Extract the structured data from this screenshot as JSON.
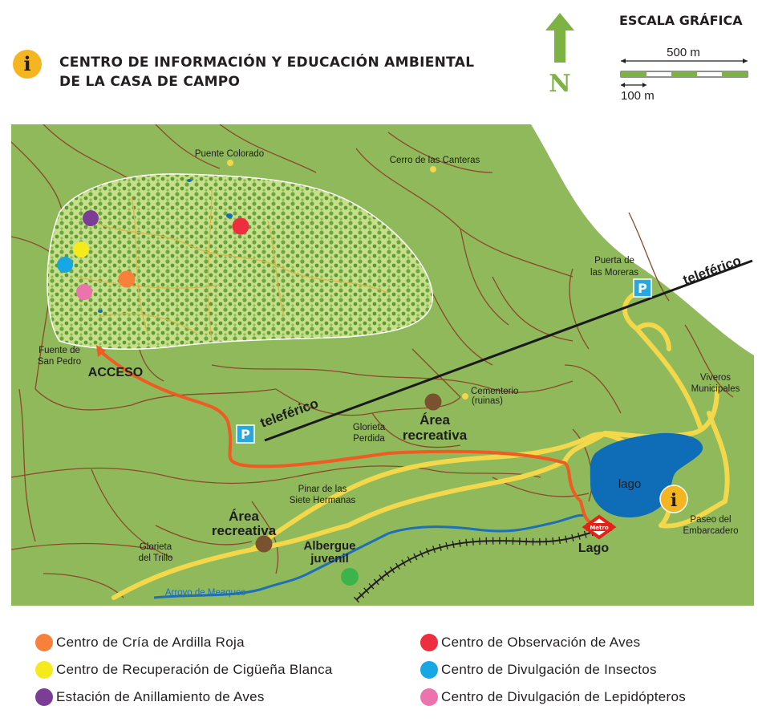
{
  "header": {
    "info_icon": "info-icon",
    "info_symbol": "i",
    "title_line1": "CENTRO DE INFORMACIÓN Y EDUCACIÓN AMBIENTAL",
    "title_line2": "DE LA CASA DE CAMPO"
  },
  "north_arrow": {
    "label": "N",
    "color": "#7cb342"
  },
  "scale": {
    "title": "ESCALA GRÁFICA",
    "large_label": "500 m",
    "small_label": "100 m",
    "color": "#7cb342"
  },
  "colors": {
    "land": "#8fb95a",
    "forest": "#c9df8f",
    "water": "#0f6cb6",
    "main_road": "#f2d84a",
    "access_route": "#f05a23",
    "paths": "#8a4a2a",
    "cable_car": "#1a1a1a",
    "parking": "#29a8e0",
    "recreation_area": "#7a5230"
  },
  "map": {
    "labels": {
      "puente_colorado": "Puente Colorado",
      "cerro_canteras": "Cerro de las Canteras",
      "puerta_moreras_1": "Puerta de",
      "puerta_moreras_2": "las Moreras",
      "teleferico_top": "teleférico",
      "teleferico_bottom": "teleférico",
      "fuente_1": "Fuente de",
      "fuente_2": "San Pedro",
      "acceso": "ACCESO",
      "cementerio_1": "Cementerio",
      "cementerio_2": "(ruinas)",
      "area_rec_1a": "Área",
      "area_rec_1b": "recreativa",
      "glorieta_perdida_1": "Glorieta",
      "glorieta_perdida_2": "Perdida",
      "viveros_1": "Viveros",
      "viveros_2": "Municipales",
      "lago": "lago",
      "paseo_1": "Paseo del",
      "paseo_2": "Embarcadero",
      "pinar_1": "Pinar de las",
      "pinar_2": "Siete Hermanas",
      "area_rec_2a": "Área",
      "area_rec_2b": "recreativa",
      "albergue_1": "Albergue",
      "albergue_2": "juvenil",
      "metro_station": "Lago",
      "metro_sign": "Metro",
      "glorieta_trillo_1": "Glorieta",
      "glorieta_trillo_2": "del Trillo",
      "arroyo": "Arroyo de Meaques",
      "parking_symbol": "P",
      "info_symbol": "i"
    }
  },
  "legend": [
    {
      "label": "Centro de Cría de Ardilla Roja",
      "color": "#f7813a"
    },
    {
      "label": "Centro de Recuperación de Cigüeña Blanca",
      "color": "#f5ea1b"
    },
    {
      "label": "Estación de Anillamiento de Aves",
      "color": "#7c3d96"
    },
    {
      "label": "Centro de Observación de Aves",
      "color": "#ee2e3e"
    },
    {
      "label": "Centro de Divulgación de Insectos",
      "color": "#16a7e4"
    },
    {
      "label": "Centro de Divulgación de Lepidópteros",
      "color": "#ec74ae"
    }
  ]
}
